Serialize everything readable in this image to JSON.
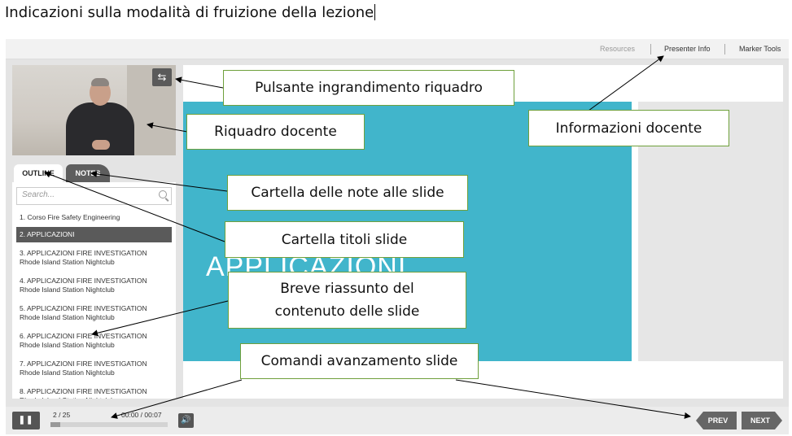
{
  "doc_title": "Indicazioni sulla modalità di fruizione della lezione",
  "topbar": {
    "resources": "Resources",
    "presenter_info": "Presenter Info",
    "marker_tools": "Marker Tools"
  },
  "sidebar": {
    "expand_icon": "⇆",
    "tabs": {
      "outline": "OUTLINE",
      "notes": "NOTES"
    },
    "search_placeholder": "Search...",
    "items": [
      {
        "line1": "1. Corso Fire Safety Engineering",
        "line2": ""
      },
      {
        "line1": "2. APPLICAZIONI",
        "line2": ""
      },
      {
        "line1": "3. APPLICAZIONI FIRE INVESTIGATION",
        "line2": "Rhode Island Station Nightclub"
      },
      {
        "line1": "4. APPLICAZIONI FIRE INVESTIGATION",
        "line2": "Rhode Island Station Nightclub"
      },
      {
        "line1": "5. APPLICAZIONI FIRE INVESTIGATION",
        "line2": "Rhode Island Station Nightclub"
      },
      {
        "line1": "6. APPLICAZIONI FIRE INVESTIGATION",
        "line2": "Rhode Island Station Nightclub"
      },
      {
        "line1": "7. APPLICAZIONI FIRE INVESTIGATION",
        "line2": "Rhode Island Station Nightclub"
      },
      {
        "line1": "8. APPLICAZIONI FIRE INVESTIGATION",
        "line2": "Rhode Island Station Nightclub"
      }
    ],
    "active_index": 1
  },
  "slide": {
    "title": "APPLICAZIONI"
  },
  "controls": {
    "pause_icon": "❚❚",
    "page": "2 / 25",
    "time": "00:00 / 00:07",
    "progress": 0.08,
    "volume_icon": "🔊",
    "prev": "PREV",
    "next": "NEXT"
  },
  "callouts": {
    "expand": "Pulsante ingrandimento riquadro",
    "video": "Riquadro docente",
    "presenter": "Informazioni docente",
    "notes": "Cartella delle note alle slide",
    "outline": "Cartella titoli slide",
    "summary_line1": "Breve riassunto del",
    "summary_line2": "contenuto delle slide",
    "nav": "Comandi avanzamento slide"
  },
  "colors": {
    "slide_bg": "#41b5cb",
    "callout_border": "#6fa03c",
    "active_item": "#5a5a5a"
  }
}
